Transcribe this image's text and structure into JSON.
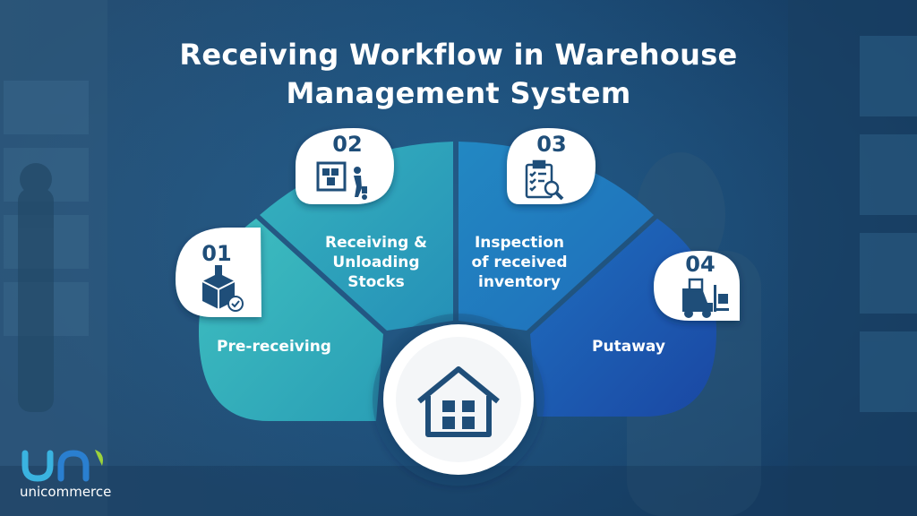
{
  "title": {
    "line1": "Receiving Workflow in Warehouse",
    "line2": "Management System"
  },
  "steps": [
    {
      "number": "01",
      "label_lines": [
        "Pre-receiving"
      ],
      "icon": "box-check-icon",
      "color": "#3ab3bd"
    },
    {
      "number": "02",
      "label_lines": [
        "Receiving &",
        "Unloading",
        "Stocks"
      ],
      "icon": "unloading-worker-icon",
      "color": "#2a9cb8"
    },
    {
      "number": "03",
      "label_lines": [
        "Inspection",
        "of received",
        "inventory"
      ],
      "icon": "clipboard-magnifier-icon",
      "color": "#1f7cbe"
    },
    {
      "number": "04",
      "label_lines": [
        "Putaway"
      ],
      "icon": "forklift-icon",
      "color": "#1a55ad"
    }
  ],
  "center_icon": "warehouse-icon",
  "brand": {
    "name": "unicommerce",
    "logo_icon": "unicommerce-logo-icon"
  },
  "colors": {
    "background": "#1d4a72",
    "icon": "#1f4e79",
    "badge": "#ffffff",
    "accent_green": "#9cd23b"
  }
}
